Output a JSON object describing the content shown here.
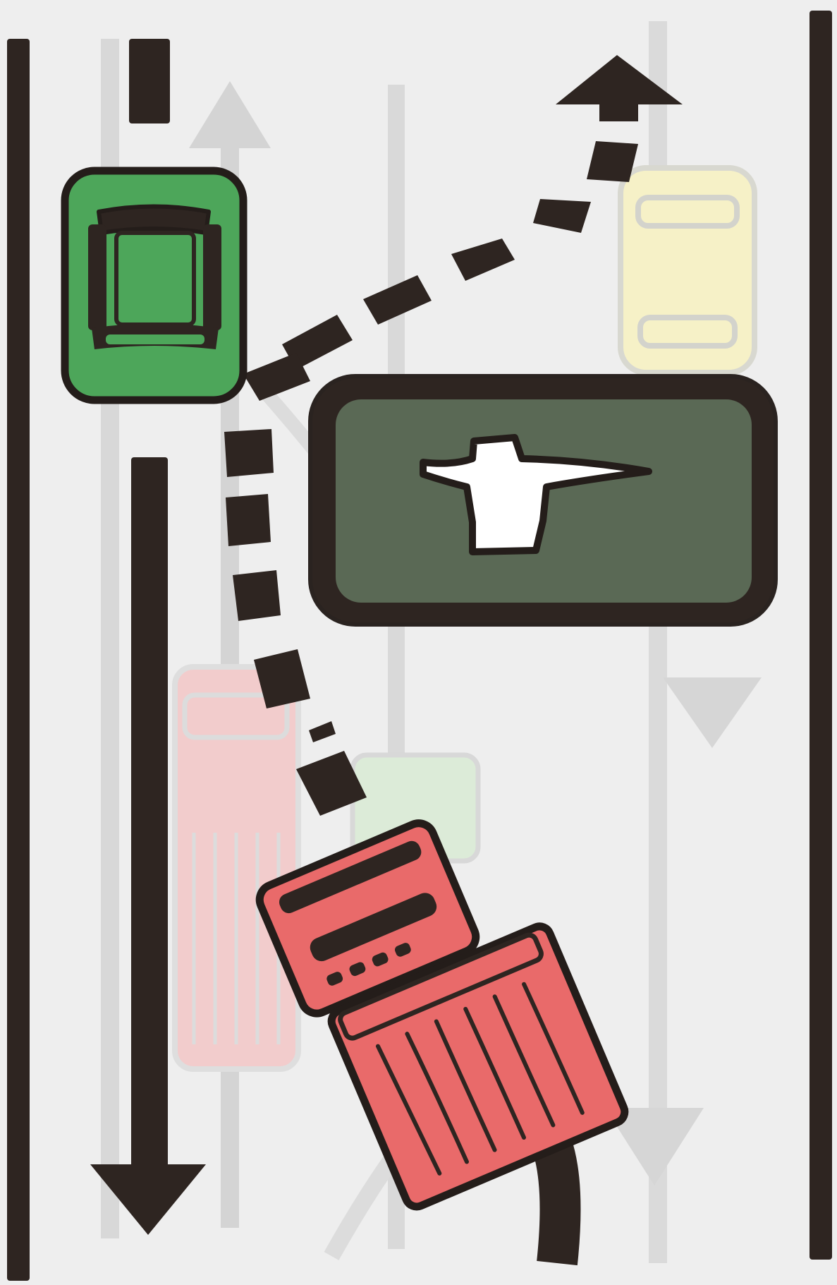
{
  "diagram": {
    "type": "traffic-manoeuvre-illustration",
    "text_labels": [],
    "elements": [
      {
        "name": "green-car",
        "color": "#4da65a"
      },
      {
        "name": "red-truck",
        "color": "#e96a6a"
      },
      {
        "name": "pedestrian-warning-panel",
        "color": "#5a6955",
        "icon": "pedestrian-icon"
      },
      {
        "name": "ghost-pink-truck",
        "color": "#f2cccc"
      },
      {
        "name": "ghost-yellow-car",
        "color": "#f6f1c7"
      },
      {
        "name": "ghost-green-vehicle",
        "color": "#dcebd8"
      }
    ],
    "colors": {
      "background": "#eeeeee",
      "ink": "#2e2521",
      "faded_ink": "#d3d3d3"
    }
  }
}
